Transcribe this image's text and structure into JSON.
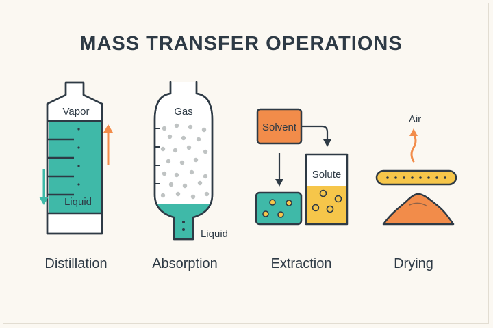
{
  "title": "MASS TRANSFER OPERATIONS",
  "palette": {
    "background": "#fbf8f2",
    "outline": "#2e3a45",
    "teal": "#3fb9a8",
    "orange": "#f28c4a",
    "yellow": "#f6c64a",
    "dots": "#bfc3c3"
  },
  "operations": [
    {
      "caption": "Distillation",
      "top_label": "Vapor",
      "bottom_label": "Liquid"
    },
    {
      "caption": "Absorption",
      "top_label": "Gas",
      "bottom_label": "Liquid"
    },
    {
      "caption": "Extraction",
      "top_label": "Solvent",
      "bottom_label": "Solute"
    },
    {
      "caption": "Drying",
      "top_label": "Air"
    }
  ]
}
